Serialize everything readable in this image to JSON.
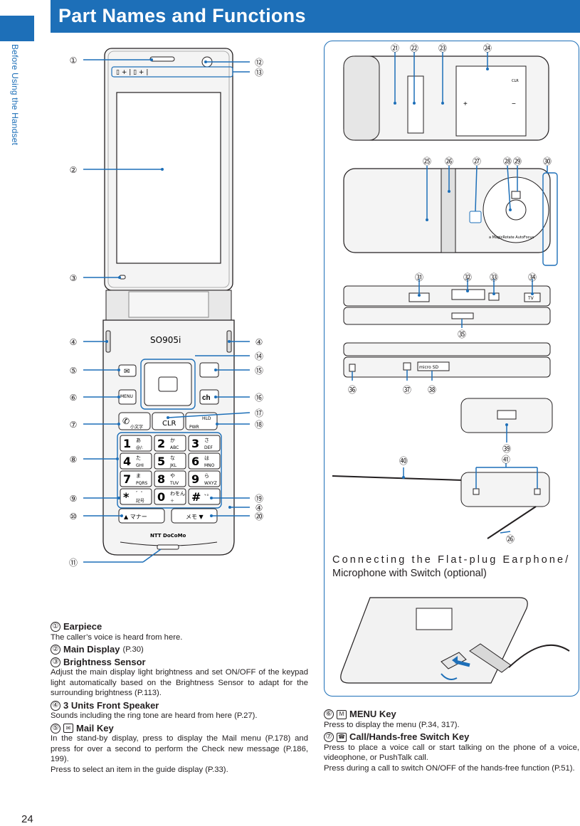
{
  "side_label": "Before Using the Handset",
  "page_title": "Part Names and Functions",
  "page_number": "24",
  "phone": {
    "model": "SO905i",
    "brand": "NTT DoCoMo",
    "keys": {
      "menu": "MENU",
      "clr": "CLR",
      "hld": "HLD",
      "pwr": "PWR",
      "manner": "▲ マナー",
      "memo": "メモ ▼",
      "send_sub": "小文字"
    },
    "keypad": [
      {
        "d": "1",
        "a": "あ",
        "b": "@/:"
      },
      {
        "d": "2",
        "a": "か",
        "b": "ABC"
      },
      {
        "d": "3",
        "a": "さ",
        "b": "DEF"
      },
      {
        "d": "4",
        "a": "た",
        "b": "GHI"
      },
      {
        "d": "5",
        "a": "な",
        "b": "JKL"
      },
      {
        "d": "6",
        "a": "は",
        "b": "MNO"
      },
      {
        "d": "7",
        "a": "ま",
        "b": "PQRS"
      },
      {
        "d": "8",
        "a": "や",
        "b": "TUV"
      },
      {
        "d": "9",
        "a": "ら",
        "b": "WXYZ"
      },
      {
        "d": "*",
        "a": "゛゜",
        "b": "記号"
      },
      {
        "d": "0",
        "a": "わをん",
        "b": "＋"
      },
      {
        "d": "#",
        "a": "、。",
        "b": ""
      }
    ]
  },
  "callouts_left": [
    "①",
    "②",
    "③",
    "④",
    "⑤",
    "⑥",
    "⑦",
    "⑧",
    "⑨",
    "⑩",
    "⑪"
  ],
  "callouts_right": [
    "⑫",
    "⑬",
    "④",
    "⑭",
    "⑮",
    "⑯",
    "⑰",
    "⑱",
    "⑲",
    "④",
    "⑳"
  ],
  "callouts_panel": {
    "row1": [
      "㉑",
      "㉒",
      "㉓",
      "㉔"
    ],
    "row2": [
      "㉕",
      "㉖",
      "㉗",
      "㉘",
      "㉙",
      "㉚"
    ],
    "row3": [
      "㉛",
      "㉜",
      "㉝",
      "㉞"
    ],
    "row3b": [
      "㉟"
    ],
    "row4": [
      "㊱",
      "㊲",
      "㊳"
    ],
    "row5": [
      "㊴"
    ],
    "row6": [
      "㊵",
      "㊶"
    ],
    "row7": [
      "㉖"
    ]
  },
  "side_labels": {
    "tv": "TV",
    "micro_sd": "micro SD",
    "clr_rear": "CLR",
    "ring": "a MagicRotate AutoFocus"
  },
  "connecting": {
    "line1": "Connecting the Flat-plug Earphone/",
    "line2": "Microphone with Switch (optional)"
  },
  "left_items": [
    {
      "num": "①",
      "name": "Earpiece",
      "ref": "",
      "text": "The caller’s voice is heard from here."
    },
    {
      "num": "②",
      "name": "Main Display",
      "ref": "(P.30)",
      "text": ""
    },
    {
      "num": "③",
      "name": "Brightness Sensor",
      "ref": "",
      "text": "Adjust the main display light brightness and set ON/OFF of the keypad light automatically based on the Brightness Sensor to adapt for the surrounding brightness (P.113)."
    },
    {
      "num": "④",
      "name": "3 Units Front Speaker",
      "ref": "",
      "text": "Sounds including the ring tone are heard from here (P.27)."
    },
    {
      "num": "⑤",
      "name": "Mail Key",
      "ref": "",
      "icon": "✉",
      "text": "In the stand-by display, press to display the Mail menu (P.178) and press for over a second to perform the Check new message (P.186, 199).",
      "text2": "Press to select an item in the guide display (P.33)."
    }
  ],
  "right_items": [
    {
      "num": "⑥",
      "name": "MENU Key",
      "icon": "M",
      "text": "Press to display the menu (P.34, 317)."
    },
    {
      "num": "⑦",
      "name": "Call/Hands-free Switch Key",
      "icon": "☎",
      "text": "Press to place a voice call or start talking on the phone of a voice, videophone, or PushTalk call.",
      "text2": "Press during a call to switch ON/OFF of the hands-free function (P.51)."
    }
  ]
}
